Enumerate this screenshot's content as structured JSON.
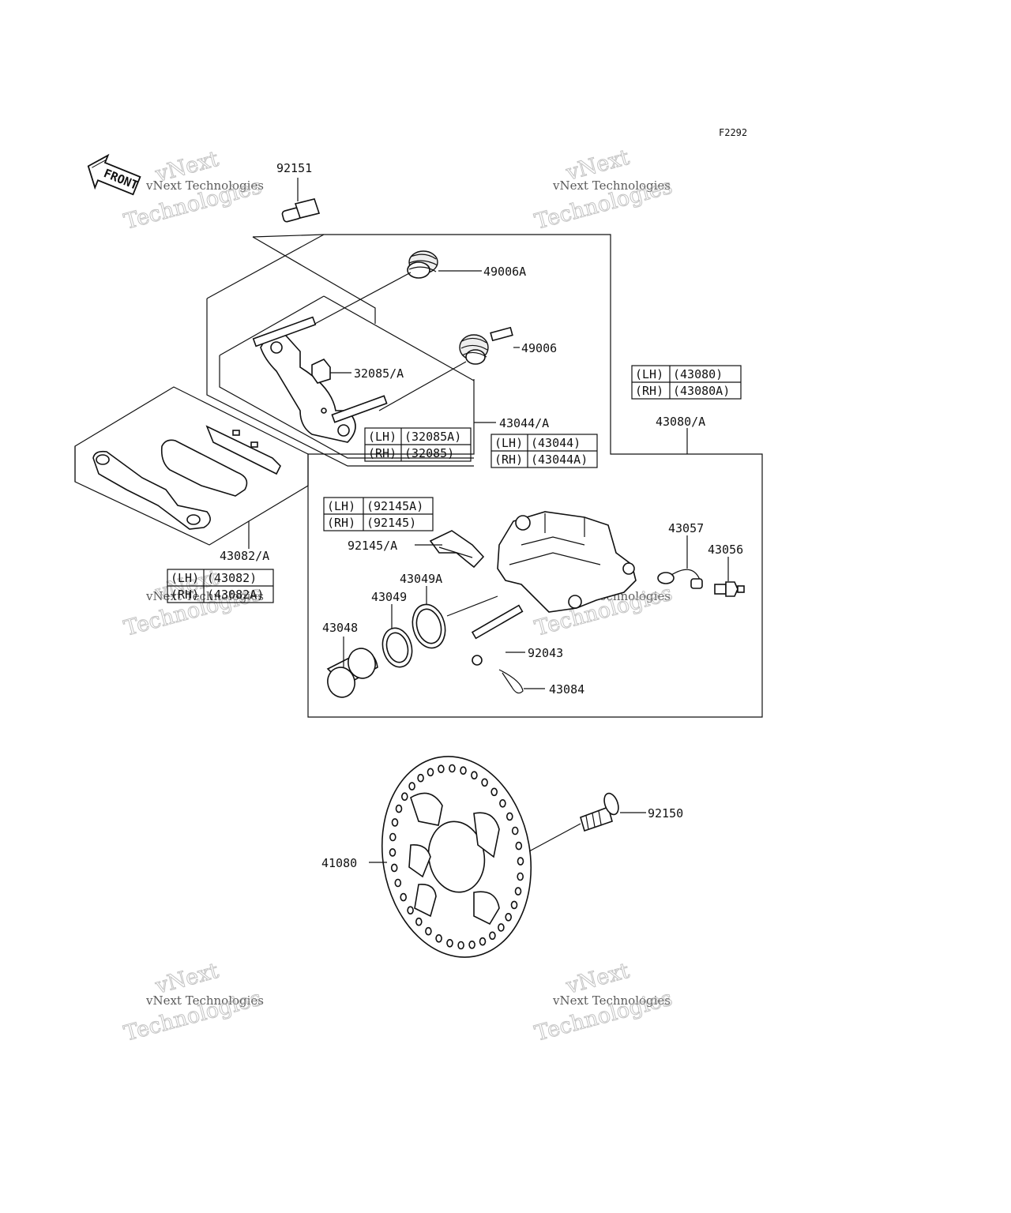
{
  "diagram": {
    "code": "F2292",
    "front_label": "FRONT",
    "labels": {
      "p92151": "92151",
      "p49006A": "49006A",
      "p49006": "49006",
      "p32085A": "32085/A",
      "p43044A": "43044/A",
      "p43080A": "43080/A",
      "p43082A": "43082/A",
      "p92145A": "92145/A",
      "p43057": "43057",
      "p43056": "43056",
      "p43049A": "43049A",
      "p43049": "43049",
      "p43048": "43048",
      "p92043": "92043",
      "p43084": "43084",
      "p92150": "92150",
      "p41080": "41080"
    },
    "tables": {
      "t43080": [
        [
          "(LH)",
          "(43080)"
        ],
        [
          "(RH)",
          "(43080A)"
        ]
      ],
      "t32085": [
        [
          "(LH)",
          "(32085A)"
        ],
        [
          "(RH)",
          "(32085)"
        ]
      ],
      "t43044": [
        [
          "(LH)",
          "(43044)"
        ],
        [
          "(RH)",
          "(43044A)"
        ]
      ],
      "t92145": [
        [
          "(LH)",
          "(92145A)"
        ],
        [
          "(RH)",
          "(92145)"
        ]
      ],
      "t43082": [
        [
          "(LH)",
          "(43082)"
        ],
        [
          "(RH)",
          "(43082A)"
        ]
      ]
    },
    "watermark": {
      "line1": "vNext",
      "line2": "vNext Technologies",
      "line3": "Technologies"
    }
  }
}
